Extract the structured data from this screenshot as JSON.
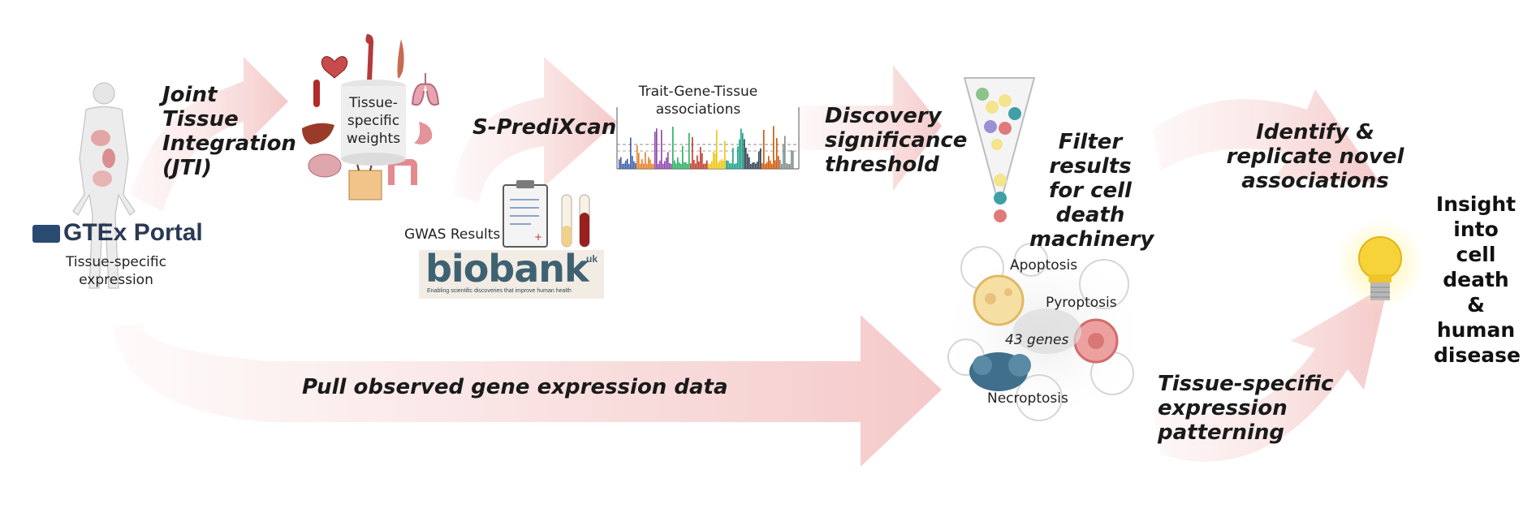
{
  "sources": {
    "gtex_logo": "GTEx Portal",
    "gtex_caption": "Tissue-specific expression",
    "weights_label": "Tissue-specific weights",
    "gwas_label": "GWAS Results",
    "biobank_logo": "biobank",
    "biobank_superscript": "uk",
    "biobank_tagline": "Enabling scientific discoveries that improve human health"
  },
  "steps": {
    "jti": "Joint Tissue Integration (JTI)",
    "spredixcan": "S-PrediXcan",
    "manhattan_title": "Trait-Gene-Tissue associations",
    "discovery": "Discovery significance threshold",
    "filter": "Filter results for cell death machinery",
    "pull": "Pull observed gene expression data",
    "identify": "Identify & replicate novel  associations",
    "patterning": "Tissue-specific expression patterning"
  },
  "cell_death": {
    "apoptosis": "Apoptosis",
    "pyroptosis": "Pyroptosis",
    "necroptosis": "Necroptosis",
    "gene_count": "43 genes"
  },
  "outcome": "Insight into cell death & human disease",
  "icons": [
    "human-body-icon",
    "heart-icon",
    "aorta-icon",
    "nerve-icon",
    "blood-tube-icon",
    "lung-icon",
    "liver-icon",
    "stomach-icon",
    "brain-icon",
    "skin-icon",
    "colon-icon",
    "clipboard-icon",
    "blood-vial-icon",
    "funnel-icon",
    "lightbulb-icon"
  ],
  "colors": {
    "arrow": "#f6d6d6",
    "funnel_balls": [
      "#8bc48a",
      "#f3e48d",
      "#e07a7a",
      "#9b8fd6",
      "#3f9fa5"
    ]
  }
}
